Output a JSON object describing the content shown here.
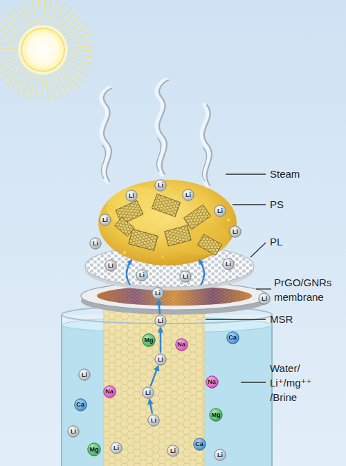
{
  "diagram": {
    "nodes": [
      {
        "text": [
          "Li"
        ]
      },
      {
        "text": [
          "Li"
        ]
      },
      {
        "text": [
          "Li"
        ]
      },
      {
        "text": [
          "Li"
        ]
      },
      {
        "text": [
          "Li"
        ]
      },
      {
        "text": [
          "Li"
        ]
      },
      {
        "text": [
          "Li"
        ]
      },
      {
        "text": [
          "Li"
        ]
      },
      {
        "text": [
          "Li"
        ]
      },
      {
        "text": [
          "Li"
        ]
      },
      {
        "text": [
          "Li"
        ]
      },
      {
        "text": [
          "Li"
        ]
      },
      {
        "text": [
          "Li"
        ]
      },
      {
        "text": [
          "Li"
        ]
      },
      {
        "text": [
          "Mg"
        ]
      },
      {
        "text": [
          "Na"
        ]
      },
      {
        "text": [
          "Ca"
        ]
      },
      {
        "text": [
          "Li"
        ]
      },
      {
        "text": [
          "Li"
        ]
      },
      {
        "text": [
          "Na"
        ]
      },
      {
        "text": [
          "Na"
        ]
      },
      {
        "text": [
          "Li"
        ]
      },
      {
        "text": [
          "Ca"
        ]
      },
      {
        "text": [
          "Mg"
        ]
      },
      {
        "text": [
          "Li"
        ]
      },
      {
        "text": [
          "Li"
        ]
      },
      {
        "text": [
          "Ca"
        ]
      },
      {
        "text": [
          "Mg"
        ]
      },
      {
        "text": [
          "Li"
        ]
      },
      {
        "text": [
          "Li"
        ]
      },
      {
        "text": [
          "Li"
        ]
      }
    ],
    "edges": [
      {
        "from": 24,
        "to": 21,
        "arrow": "to"
      },
      {
        "from": 21,
        "to": 17,
        "arrow": "to"
      },
      {
        "from": 17,
        "to": 13,
        "arrow": "to"
      },
      {
        "from": 13,
        "to": 11,
        "arrow": "to"
      }
    ],
    "labels": [
      "Steam",
      "PS",
      "PL",
      "PrGO/GNRs membrane",
      "MSR",
      "Water/ Li⁺/mg⁺⁺ /Brine"
    ]
  }
}
